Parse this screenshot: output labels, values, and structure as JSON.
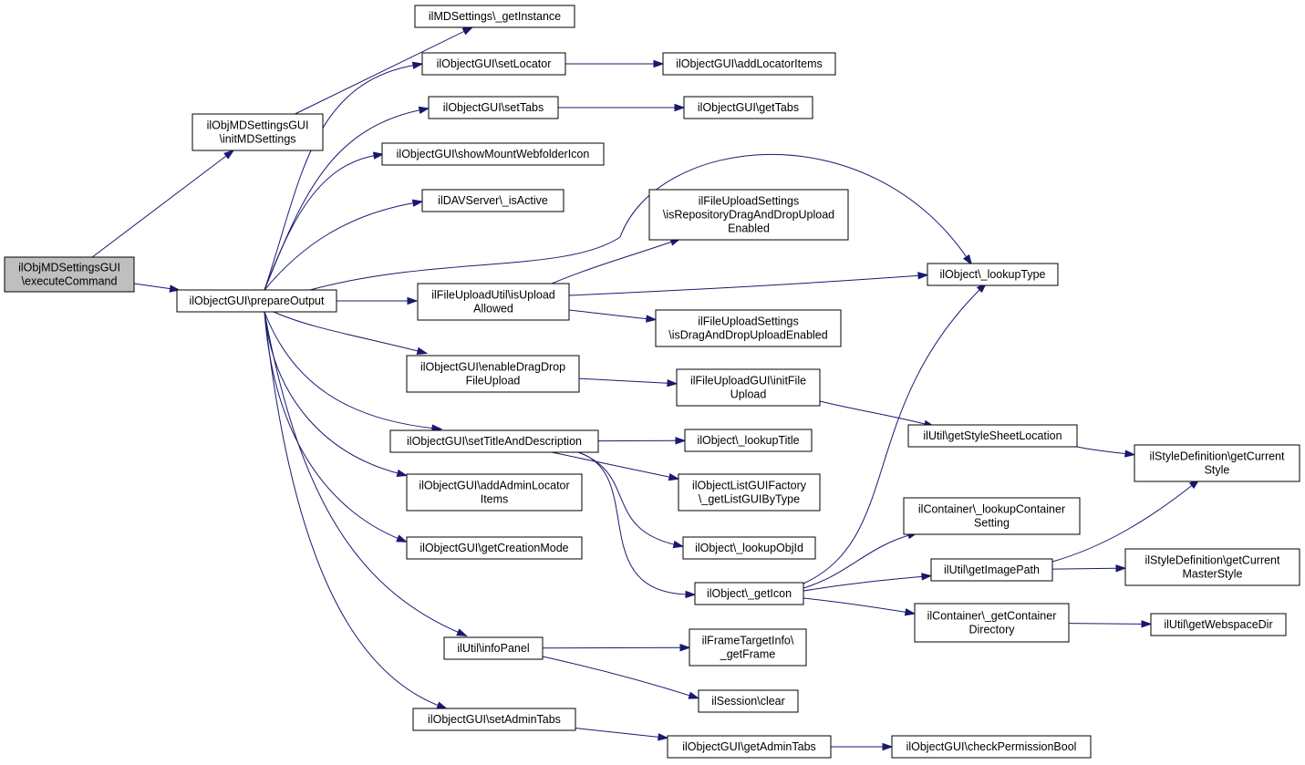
{
  "colors": {
    "edge": "#191970",
    "node_fill": "#ffffff",
    "root_fill": "#bfbfbf",
    "border": "#000000"
  },
  "nodes": [
    {
      "id": "execute",
      "lines": [
        "ilObjMDSettingsGUI",
        "\\executeCommand"
      ],
      "root": true
    },
    {
      "id": "initmd",
      "lines": [
        "ilObjMDSettingsGUI",
        "\\initMDSettings"
      ]
    },
    {
      "id": "mdinst",
      "lines": [
        "ilMDSettings\\_getInstance"
      ]
    },
    {
      "id": "prepare",
      "lines": [
        "ilObjectGUI\\prepareOutput"
      ]
    },
    {
      "id": "setloc",
      "lines": [
        "ilObjectGUI\\setLocator"
      ]
    },
    {
      "id": "addloc",
      "lines": [
        "ilObjectGUI\\addLocatorItems"
      ]
    },
    {
      "id": "settabs",
      "lines": [
        "ilObjectGUI\\setTabs"
      ]
    },
    {
      "id": "gettabs",
      "lines": [
        "ilObjectGUI\\getTabs"
      ]
    },
    {
      "id": "showmount",
      "lines": [
        "ilObjectGUI\\showMountWebfolderIcon"
      ]
    },
    {
      "id": "davactive",
      "lines": [
        "ilDAVServer\\_isActive"
      ]
    },
    {
      "id": "isrepo",
      "lines": [
        "ilFileUploadSettings",
        "\\isRepositoryDragAndDropUpload",
        "Enabled"
      ]
    },
    {
      "id": "lookuptype",
      "lines": [
        "ilObject\\_lookupType"
      ]
    },
    {
      "id": "isupload",
      "lines": [
        "ilFileUploadUtil\\isUpload",
        "Allowed"
      ]
    },
    {
      "id": "isdnd",
      "lines": [
        "ilFileUploadSettings",
        "\\isDragAndDropUploadEnabled"
      ]
    },
    {
      "id": "enabledd",
      "lines": [
        "ilObjectGUI\\enableDragDrop",
        "FileUpload"
      ]
    },
    {
      "id": "initfile",
      "lines": [
        "ilFileUploadGUI\\initFile",
        "Upload"
      ]
    },
    {
      "id": "stylesheet",
      "lines": [
        "ilUtil\\getStyleSheetLocation"
      ]
    },
    {
      "id": "settitle",
      "lines": [
        "ilObjectGUI\\setTitleAndDescription"
      ]
    },
    {
      "id": "lookuptitle",
      "lines": [
        "ilObject\\_lookupTitle"
      ]
    },
    {
      "id": "getstyle",
      "lines": [
        "ilStyleDefinition\\getCurrent",
        "Style"
      ]
    },
    {
      "id": "adminloc",
      "lines": [
        "ilObjectGUI\\addAdminLocator",
        "Items"
      ]
    },
    {
      "id": "listgui",
      "lines": [
        "ilObjectListGUIFactory",
        "\\_getListGUIByType"
      ]
    },
    {
      "id": "contsetting",
      "lines": [
        "ilContainer\\_lookupContainer",
        "Setting"
      ]
    },
    {
      "id": "creation",
      "lines": [
        "ilObjectGUI\\getCreationMode"
      ]
    },
    {
      "id": "lookupobjid",
      "lines": [
        "ilObject\\_lookupObjId"
      ]
    },
    {
      "id": "imagepath",
      "lines": [
        "ilUtil\\getImagePath"
      ]
    },
    {
      "id": "masterstyle",
      "lines": [
        "ilStyleDefinition\\getCurrent",
        "MasterStyle"
      ]
    },
    {
      "id": "geticon",
      "lines": [
        "ilObject\\_getIcon"
      ]
    },
    {
      "id": "contdir",
      "lines": [
        "ilContainer\\_getContainer",
        "Directory"
      ]
    },
    {
      "id": "webspace",
      "lines": [
        "ilUtil\\getWebspaceDir"
      ]
    },
    {
      "id": "infopanel",
      "lines": [
        "ilUtil\\infoPanel"
      ]
    },
    {
      "id": "getframe",
      "lines": [
        "ilFrameTargetInfo\\",
        "_getFrame"
      ]
    },
    {
      "id": "clear",
      "lines": [
        "ilSession\\clear"
      ]
    },
    {
      "id": "setadmintabs",
      "lines": [
        "ilObjectGUI\\setAdminTabs"
      ]
    },
    {
      "id": "getadmintabs",
      "lines": [
        "ilObjectGUI\\getAdminTabs"
      ]
    },
    {
      "id": "checkperm",
      "lines": [
        "ilObjectGUI\\checkPermissionBool"
      ]
    }
  ],
  "edges": [
    [
      "execute",
      "initmd"
    ],
    [
      "execute",
      "prepare"
    ],
    [
      "initmd",
      "mdinst"
    ],
    [
      "prepare",
      "setloc"
    ],
    [
      "prepare",
      "settabs"
    ],
    [
      "prepare",
      "showmount"
    ],
    [
      "prepare",
      "davactive"
    ],
    [
      "prepare",
      "lookuptype"
    ],
    [
      "prepare",
      "isupload"
    ],
    [
      "prepare",
      "enabledd"
    ],
    [
      "prepare",
      "settitle"
    ],
    [
      "prepare",
      "adminloc"
    ],
    [
      "prepare",
      "creation"
    ],
    [
      "prepare",
      "infopanel"
    ],
    [
      "prepare",
      "setadmintabs"
    ],
    [
      "setloc",
      "addloc"
    ],
    [
      "settabs",
      "gettabs"
    ],
    [
      "isupload",
      "isrepo"
    ],
    [
      "isupload",
      "lookuptype"
    ],
    [
      "isupload",
      "isdnd"
    ],
    [
      "enabledd",
      "initfile"
    ],
    [
      "initfile",
      "stylesheet"
    ],
    [
      "stylesheet",
      "getstyle"
    ],
    [
      "settitle",
      "lookuptitle"
    ],
    [
      "settitle",
      "listgui"
    ],
    [
      "settitle",
      "lookupobjid"
    ],
    [
      "settitle",
      "geticon"
    ],
    [
      "geticon",
      "lookuptype"
    ],
    [
      "geticon",
      "contsetting"
    ],
    [
      "geticon",
      "imagepath"
    ],
    [
      "geticon",
      "contdir"
    ],
    [
      "imagepath",
      "getstyle"
    ],
    [
      "imagepath",
      "masterstyle"
    ],
    [
      "contdir",
      "webspace"
    ],
    [
      "infopanel",
      "getframe"
    ],
    [
      "infopanel",
      "clear"
    ],
    [
      "setadmintabs",
      "getadmintabs"
    ],
    [
      "getadmintabs",
      "checkperm"
    ]
  ]
}
